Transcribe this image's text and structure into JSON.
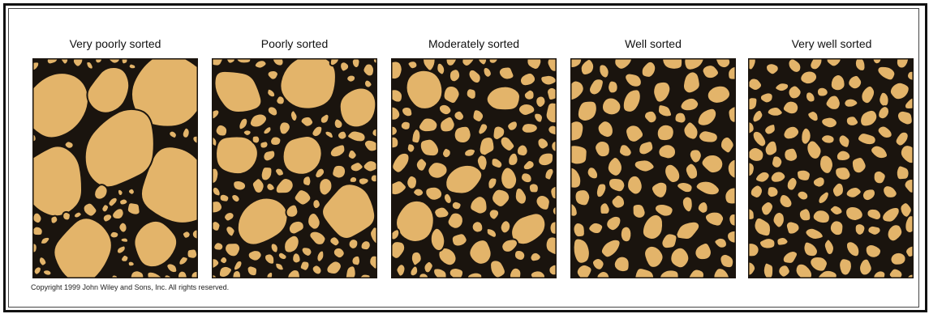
{
  "panels": [
    {
      "label": "Very poorly sorted"
    },
    {
      "label": "Poorly sorted"
    },
    {
      "label": "Moderately sorted"
    },
    {
      "label": "Well sorted"
    },
    {
      "label": "Very well sorted"
    }
  ],
  "copyright": "Copyright 1999 John Wiley and Sons, Inc. All rights reserved.",
  "colors": {
    "grain": "#E3B46A",
    "matrix": "#1A140E",
    "frame": "#111111"
  }
}
